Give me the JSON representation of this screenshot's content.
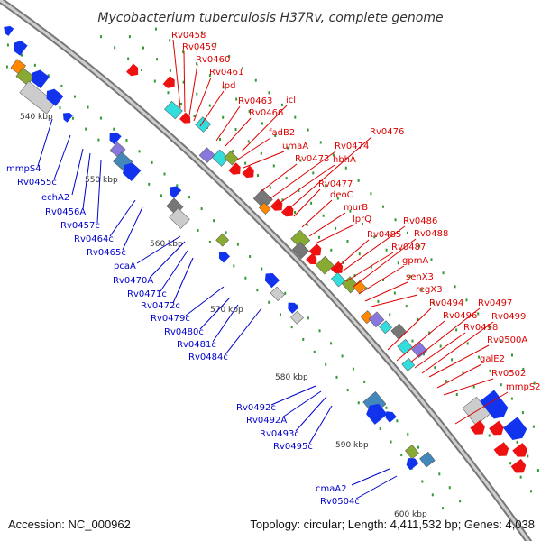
{
  "title": "Mycobacterium tuberculosis H37Rv, complete genome",
  "footer": {
    "accession": "Accession: NC_000962",
    "topology": "Topology: circular; Length: 4,411,532 bp; Genes: 4,038"
  },
  "colors": {
    "plus_label": "#dd0000",
    "minus_label": "#0000cc",
    "backbone": "#999999",
    "tick": "#339933"
  },
  "kbp_ticks": [
    "540 kbp",
    "550 kbp",
    "560 kbp",
    "570 kbp",
    "580 kbp",
    "590 kbp",
    "600 kbp"
  ],
  "plus_labels": [
    "Rv0458",
    "Rv0459",
    "Rv0460",
    "Rv0461",
    "lpd",
    "Rv0463",
    "icl",
    "Rv0466",
    "fadB2",
    "umaA",
    "Rv0473",
    "Rv0474",
    "hbhA",
    "Rv0476",
    "Rv0477",
    "deoC",
    "murB",
    "lprQ",
    "Rv0485",
    "Rv0486",
    "Rv0487",
    "Rv0488",
    "gpmA",
    "senX3",
    "regX3",
    "Rv0494",
    "Rv0496",
    "Rv0497",
    "Rv0498",
    "Rv0499",
    "Rv0500A",
    "galE2",
    "Rv0502",
    "mmpS2"
  ],
  "minus_labels": [
    "mmpS4",
    "Rv0455c",
    "echA2",
    "Rv0456A",
    "Rv0457c",
    "Rv0464c",
    "Rv0465c",
    "pcaA",
    "Rv0470A",
    "Rv0471c",
    "Rv0472c",
    "Rv0479c",
    "Rv0480c",
    "Rv0481c",
    "Rv0484c",
    "Rv0492c",
    "Rv0492A",
    "Rv0493c",
    "Rv0495c",
    "cmaA2",
    "Rv0504c"
  ]
}
